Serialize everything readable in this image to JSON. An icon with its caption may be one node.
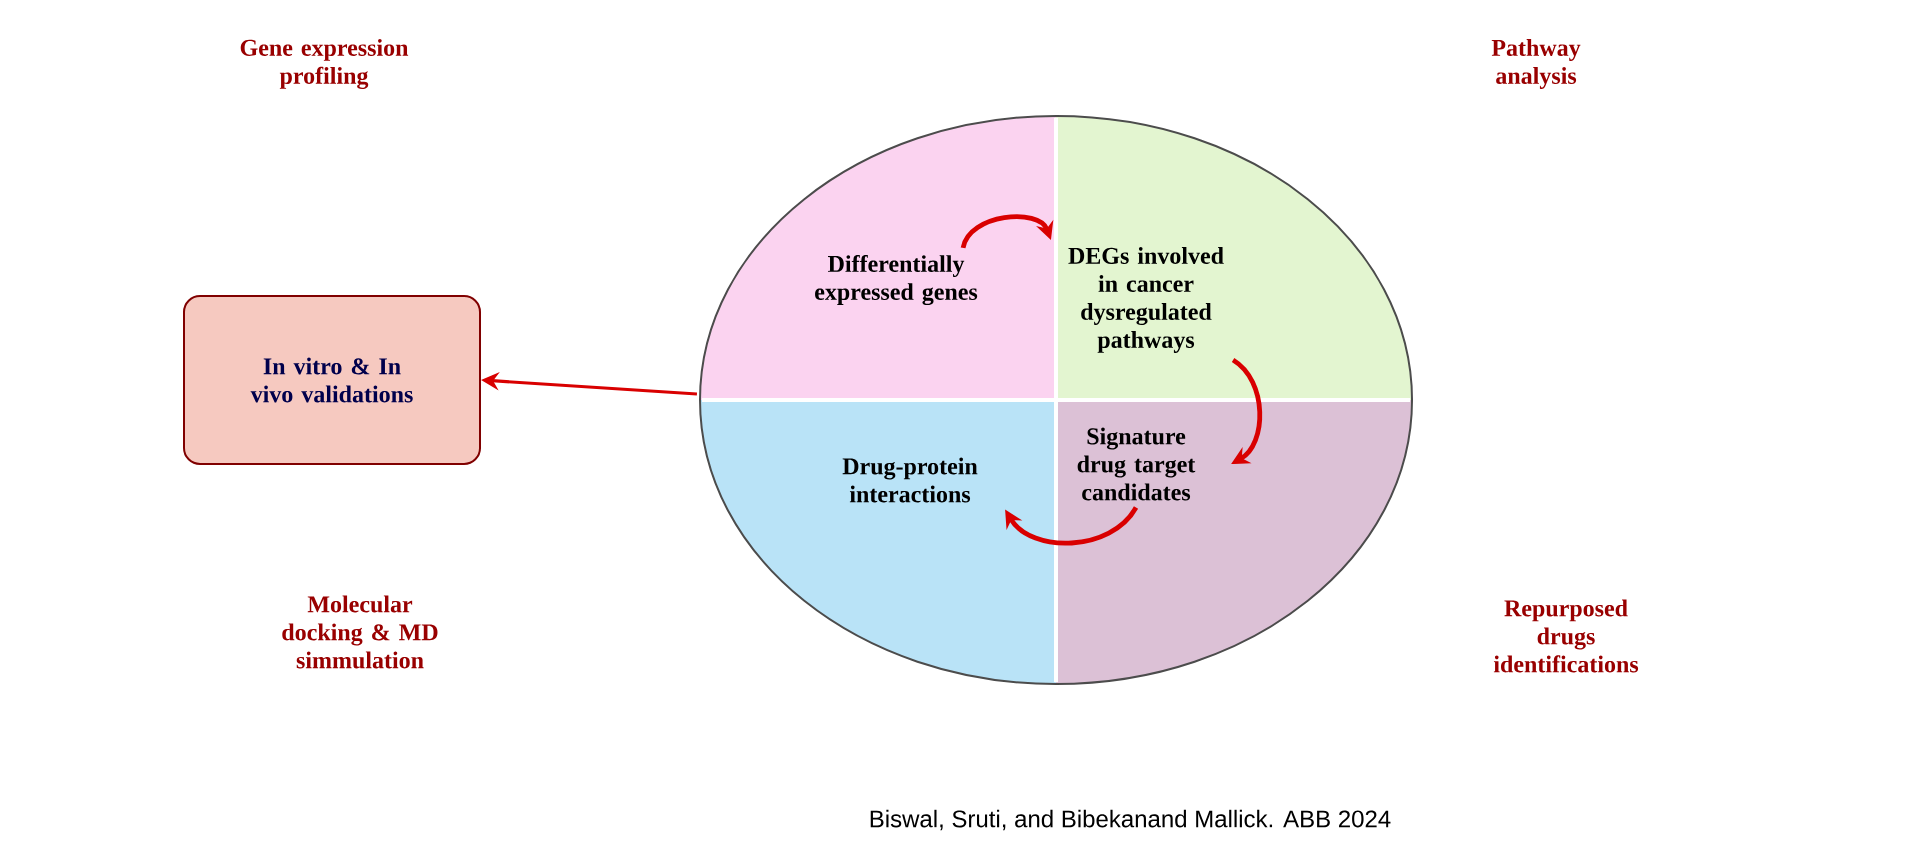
{
  "diagram": {
    "caption": "Biswal, Sruti, and Bibekanand Mallick. ABB 2024",
    "nodes": [
      {
        "text": [
          "In vitro & In vivo validations"
        ]
      },
      {
        "text": [
          "Differentially expressed genes"
        ]
      },
      {
        "text": [
          "DEGs involved in cancer dysregulated pathways"
        ]
      },
      {
        "text": [
          "Signature drug target candidates"
        ]
      },
      {
        "text": [
          "Drug-protein interactions"
        ]
      }
    ],
    "edges": [
      {
        "from": 1,
        "to": 2,
        "arrow": "to"
      },
      {
        "from": 2,
        "to": 3,
        "arrow": "to"
      },
      {
        "from": 3,
        "to": 4,
        "arrow": "to"
      },
      {
        "from": 1,
        "to": 0,
        "arrow": "to"
      }
    ],
    "labels": [
      "Gene expression profiling",
      "Pathway analysis",
      "Molecular docking & MD simmulation",
      "Repurposed drugs identifications"
    ]
  }
}
